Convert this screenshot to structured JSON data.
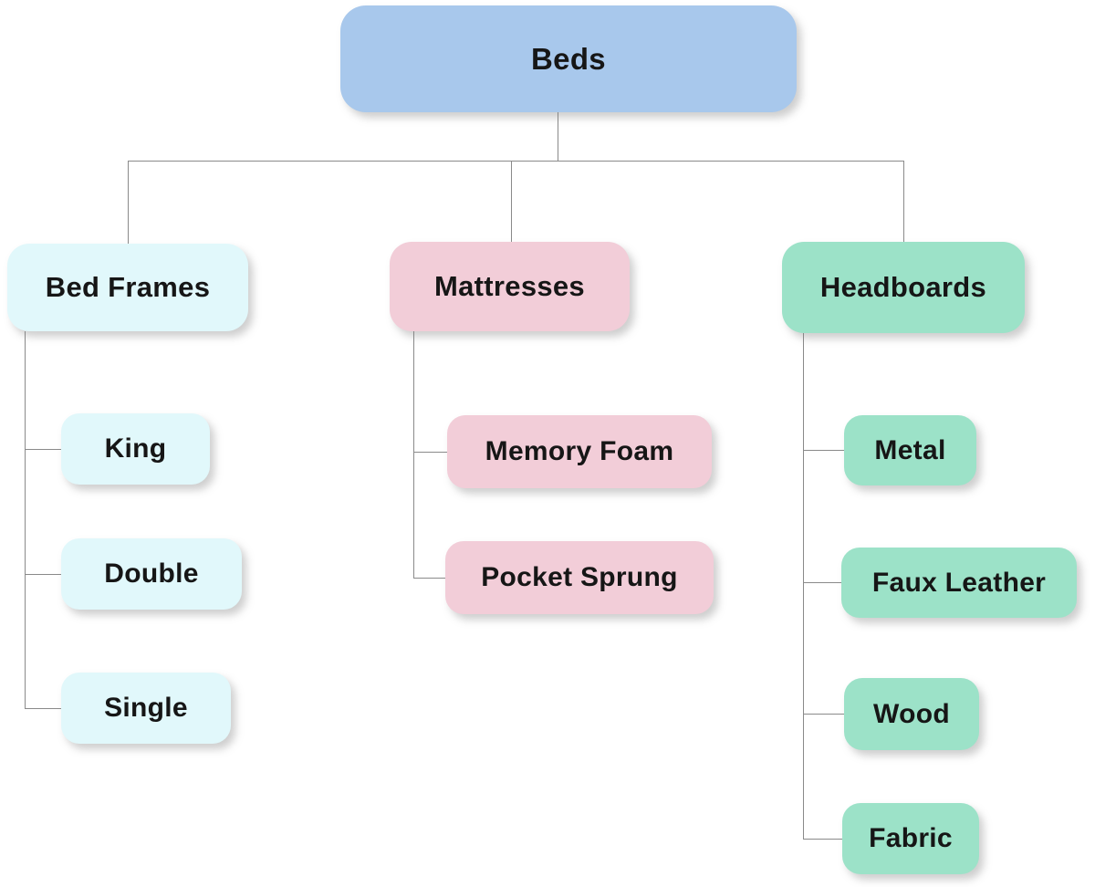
{
  "diagram": {
    "type": "tree-chart",
    "background_color": "#ffffff",
    "connector_color": "#8a8a8a",
    "text_color": "#161616",
    "palette": {
      "root_blue": "#a8c8ec",
      "bed_frames_cyan": "#e1f8fb",
      "mattresses_pink": "#f2cdd8",
      "headboards_mint": "#9ce2c8"
    },
    "nodes": {
      "root": {
        "label": "Beds"
      },
      "bed_frames": {
        "label": "Bed Frames"
      },
      "king": {
        "label": "King"
      },
      "double": {
        "label": "Double"
      },
      "single": {
        "label": "Single"
      },
      "mattresses": {
        "label": "Mattresses"
      },
      "memory_foam": {
        "label": "Memory Foam"
      },
      "pocket_sprung": {
        "label": "Pocket Sprung"
      },
      "headboards": {
        "label": "Headboards"
      },
      "metal": {
        "label": "Metal"
      },
      "faux_leather": {
        "label": "Faux Leather"
      },
      "wood": {
        "label": "Wood"
      },
      "fabric": {
        "label": "Fabric"
      }
    },
    "hierarchy": {
      "label": "Beds",
      "children": [
        {
          "label": "Bed Frames",
          "children": [
            {
              "label": "King"
            },
            {
              "label": "Double"
            },
            {
              "label": "Single"
            }
          ]
        },
        {
          "label": "Mattresses",
          "children": [
            {
              "label": "Memory Foam"
            },
            {
              "label": "Pocket Sprung"
            }
          ]
        },
        {
          "label": "Headboards",
          "children": [
            {
              "label": "Metal"
            },
            {
              "label": "Faux Leather"
            },
            {
              "label": "Wood"
            },
            {
              "label": "Fabric"
            }
          ]
        }
      ]
    }
  }
}
